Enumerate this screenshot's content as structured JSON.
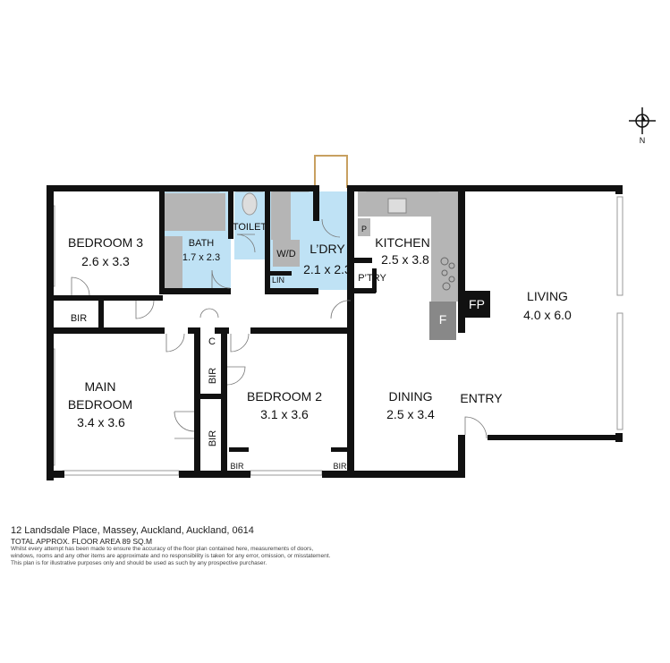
{
  "compass": {
    "north_label": "N",
    "icon": "compass-icon"
  },
  "rooms": {
    "bedroom3": {
      "name": "BEDROOM 3",
      "size": "2.6 x 3.3"
    },
    "bath": {
      "name": "BATH",
      "size": "1.7 x 2.3"
    },
    "toilet": {
      "name": "TOILET"
    },
    "wd": {
      "name": "W/D"
    },
    "laundry": {
      "name": "L’DRY",
      "size": "2.1 x 2.3"
    },
    "lin": {
      "name": "LIN"
    },
    "kitchen": {
      "name": "KITCHEN",
      "size": "2.5 x 3.8"
    },
    "pantry_p": {
      "name": "P"
    },
    "pantry": {
      "name": "P’TRY"
    },
    "fp": {
      "name": "FP"
    },
    "fridge": {
      "name": "F"
    },
    "living": {
      "name": "LIVING",
      "size": "4.0 x 6.0"
    },
    "bir_b3": {
      "name": "BIR"
    },
    "cupboard": {
      "name": "C"
    },
    "bir_hall": {
      "name": "BIR"
    },
    "bir_main": {
      "name": "BIR"
    },
    "main_bedroom": {
      "name1": "MAIN",
      "name2": "BEDROOM",
      "size": "3.4 x 3.6"
    },
    "bedroom2": {
      "name": "BEDROOM 2",
      "size": "3.1 x 3.6"
    },
    "bir_b2a": {
      "name": "BIR"
    },
    "bir_b2b": {
      "name": "BIR"
    },
    "dining": {
      "name": "DINING",
      "size": "2.5 x 3.4"
    },
    "entry": {
      "name": "ENTRY"
    }
  },
  "footer": {
    "address": "12 Landsdale Place, Massey, Auckland, Auckland, 0614",
    "area": "TOTAL APPROX. FLOOR AREA 89 SQ.M",
    "disclaimer": [
      "Whilst every attempt has been made to ensure the accuracy of the floor plan contained here, measurements of doors,",
      "windows, rooms and any other items are approximate and no responsibility is taken for any error, omission, or misstatement.",
      "This plan is for illustrative purposes only and should be used as such by any prospective purchaser."
    ]
  },
  "colors": {
    "wall": "#111111",
    "wet_area": "#bfe2f5",
    "fixture": "#b5b5b5",
    "fireplace": "#111111",
    "balcony_outline": "#c8a060"
  }
}
